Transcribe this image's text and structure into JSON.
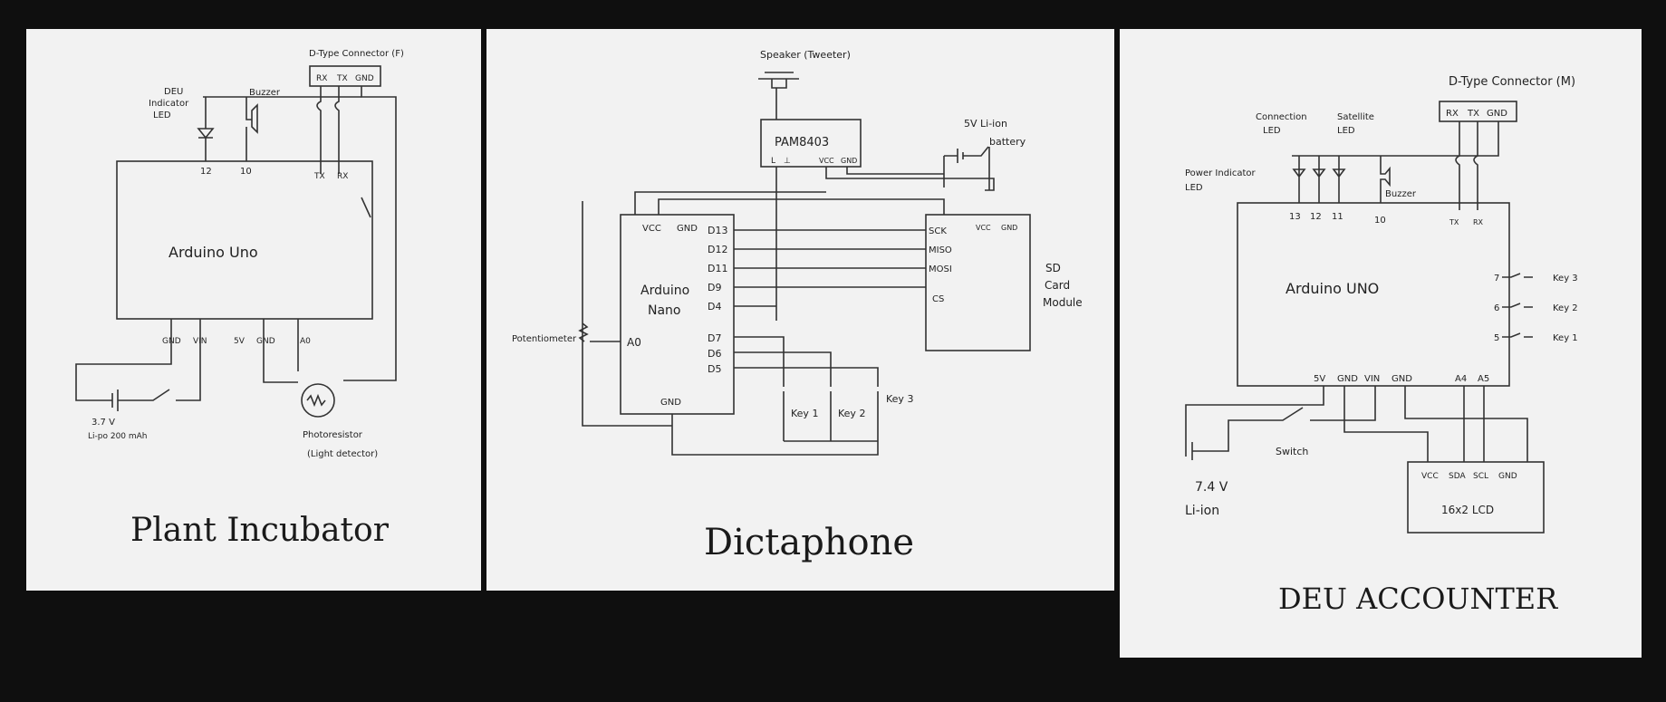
{
  "panels": [
    {
      "title": "Plant Incubator",
      "board": "Arduino Uno",
      "connector": "D-Type Connector (F)",
      "connector_pins": [
        "RX",
        "TX",
        "GND"
      ],
      "led_label": [
        "DEU",
        "Indicator",
        "LED"
      ],
      "buzzer": "Buzzer",
      "pins_top": [
        "12",
        "10",
        "TX",
        "RX"
      ],
      "pins_bottom": [
        "GND",
        "VIN",
        "5V",
        "GND",
        "A0"
      ],
      "battery": [
        "3.7 V",
        "Li-po 200 mAh"
      ],
      "sensor": [
        "Photoresistor",
        "(Light detector)"
      ]
    },
    {
      "title": "Dictaphone",
      "board": [
        "Arduino",
        "Nano"
      ],
      "speaker": "Speaker (Tweeter)",
      "amp": "PAM8403",
      "amp_pins": [
        "L",
        "⊥",
        "VCC",
        "GND"
      ],
      "battery": [
        "5V Li-ion",
        "battery"
      ],
      "sd_pins_top": [
        "VCC",
        "GND"
      ],
      "sd_pins": [
        "SCK",
        "MISO",
        "MOSI",
        "CS"
      ],
      "sd_label": [
        "SD",
        "Card",
        "Module"
      ],
      "nano_pins_top": [
        "VCC",
        "GND"
      ],
      "nano_pins_right": [
        "D13",
        "D12",
        "D11",
        "D9",
        "D4",
        "D7",
        "D6",
        "D5"
      ],
      "nano_gnd": "GND",
      "pot": "Potentiometer",
      "pot_pin": "A0",
      "keys": [
        "Key 1",
        "Key 2",
        "Key 3"
      ]
    },
    {
      "title": "DEU ACCOUNTER",
      "board": "Arduino UNO",
      "connector": "D-Type Connector (M)",
      "connector_pins": [
        "RX",
        "TX",
        "GND"
      ],
      "leds": [
        "Connection",
        "LED",
        "Satellite",
        "LED"
      ],
      "power_led": [
        "Power Indicator",
        "LED"
      ],
      "buzzer": "Buzzer",
      "pins_top": [
        "13",
        "12",
        "11",
        "10",
        "TX",
        "RX"
      ],
      "pins_right": [
        "7",
        "6",
        "5"
      ],
      "keys": [
        "Key 3",
        "Key 2",
        "Key 1"
      ],
      "pins_bottom": [
        "5V",
        "GND",
        "VIN",
        "GND",
        "A4",
        "A5"
      ],
      "switch": "Switch",
      "battery": [
        "7.4 V",
        "Li-ion"
      ],
      "lcd_pins": [
        "VCC",
        "SDA",
        "SCL",
        "GND"
      ],
      "lcd": "16x2 LCD"
    }
  ]
}
